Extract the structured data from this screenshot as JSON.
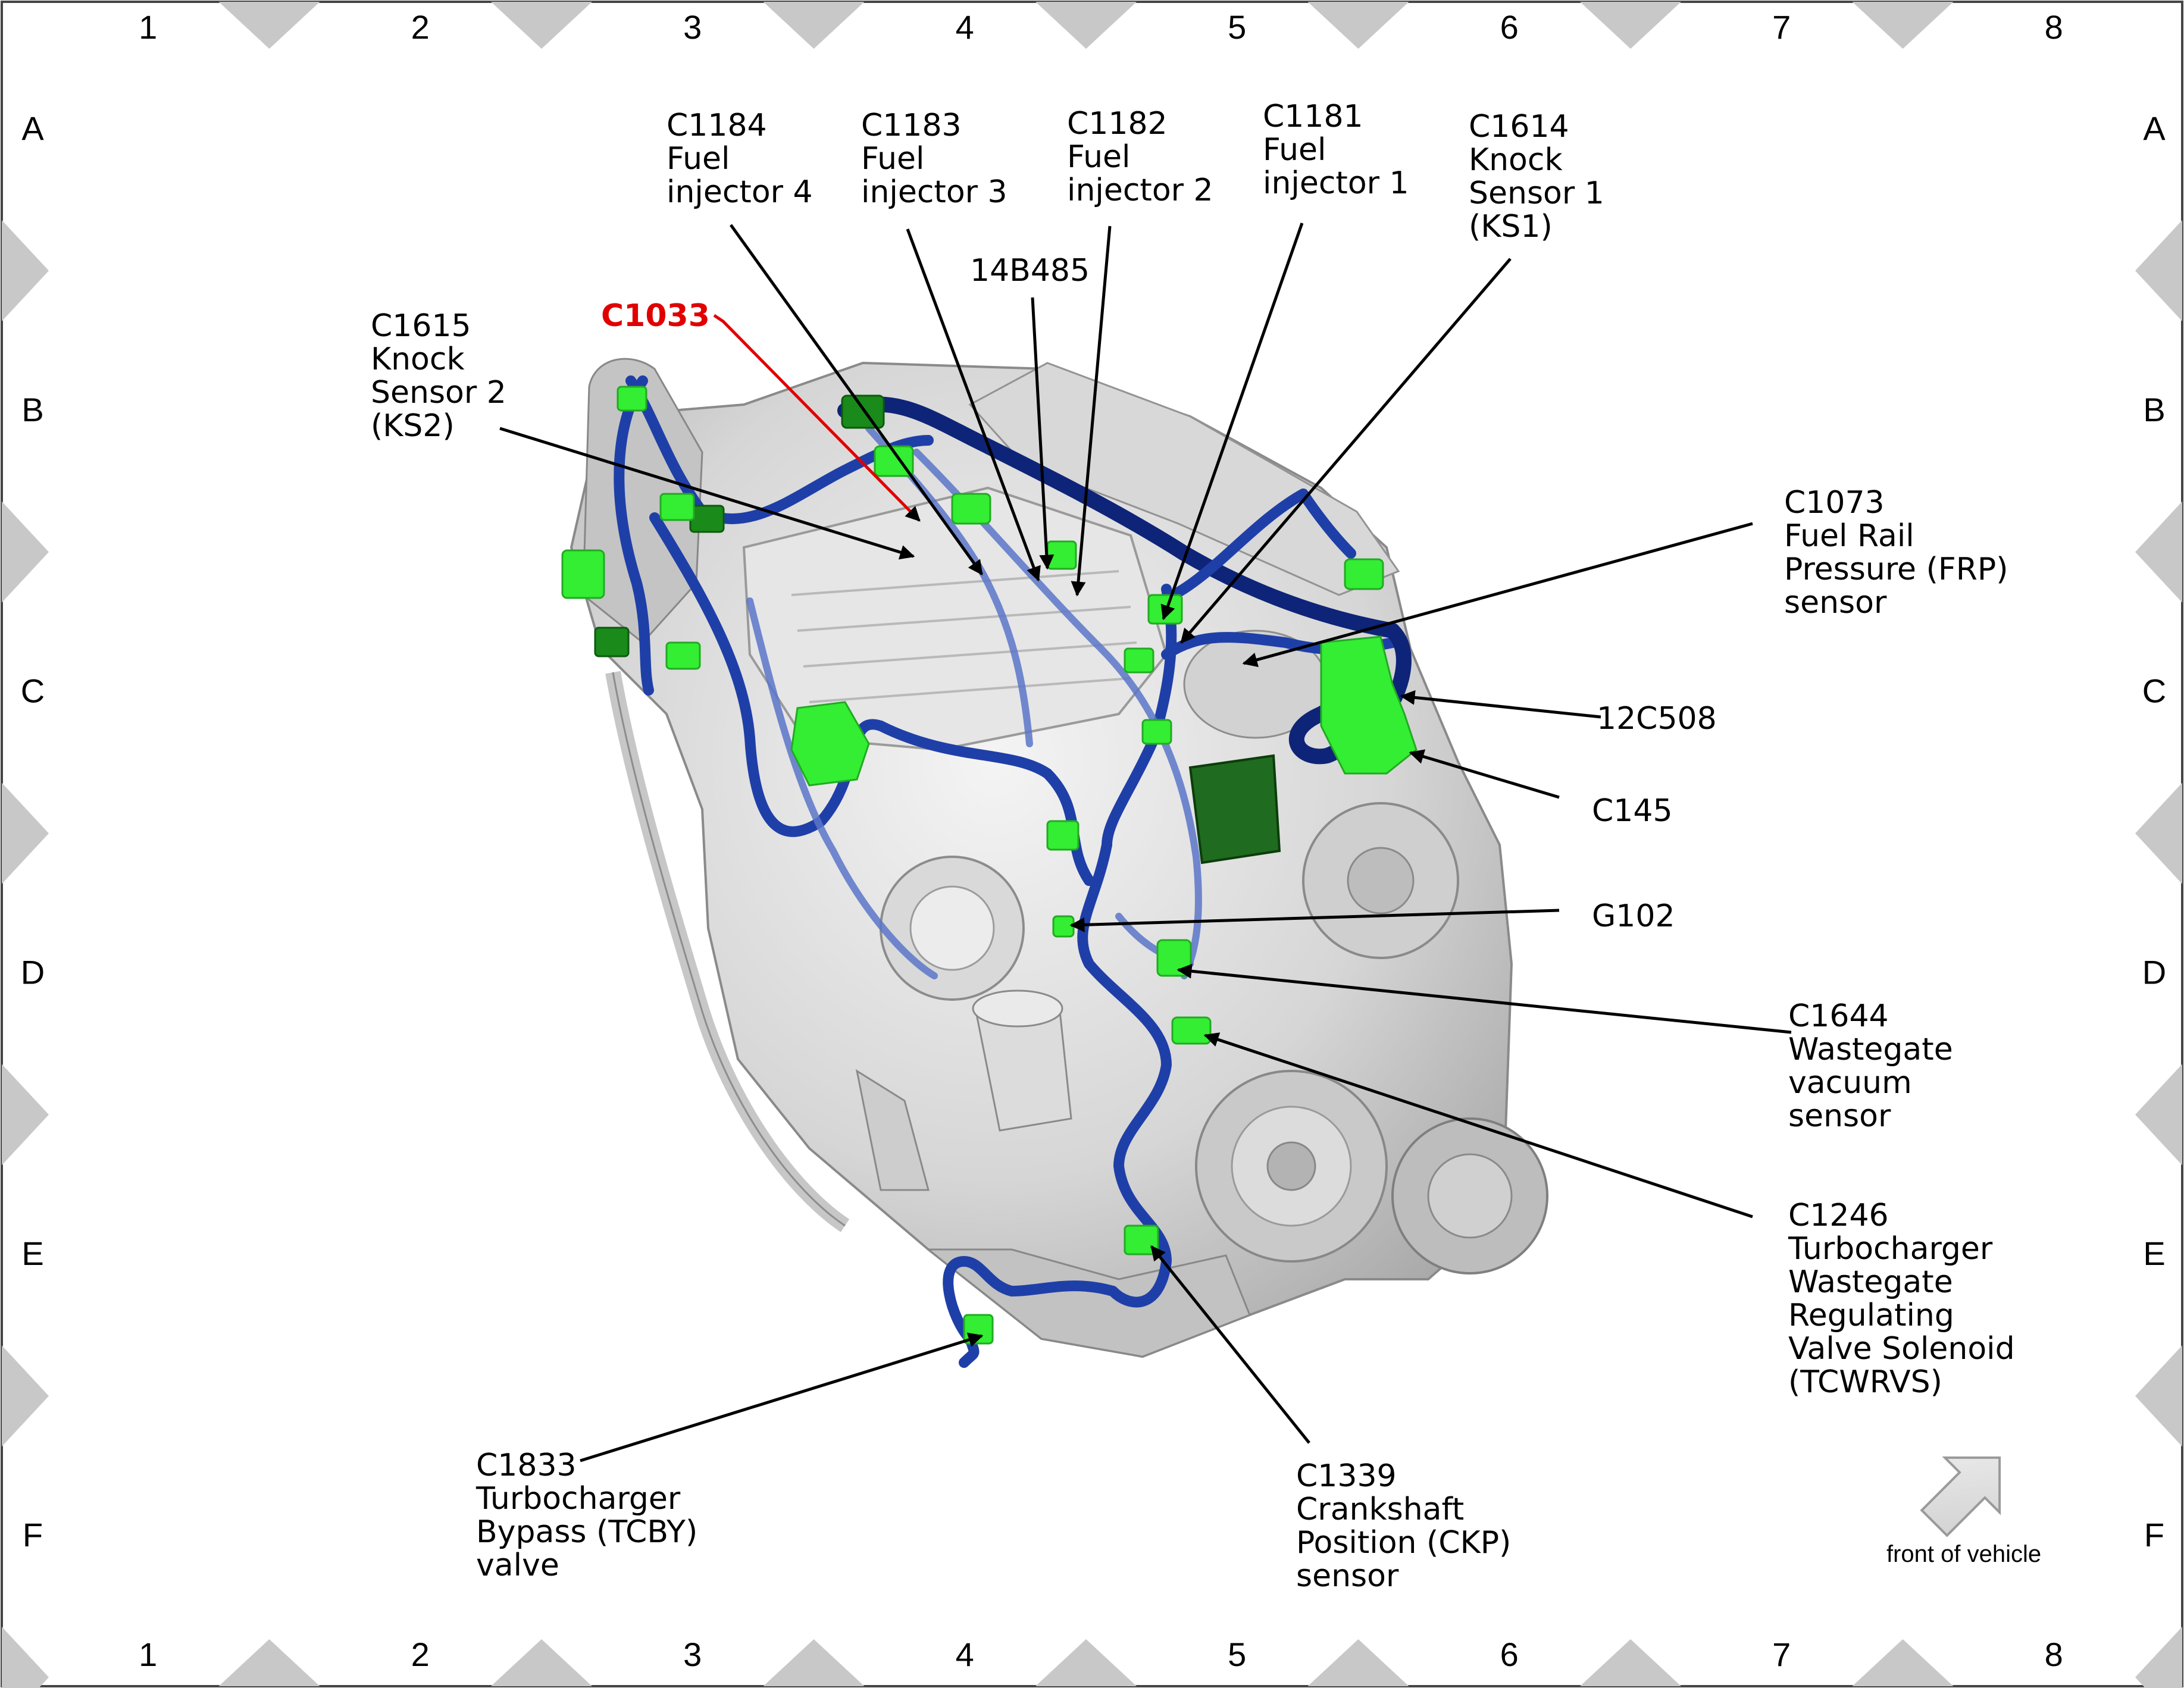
{
  "grid": {
    "columns": [
      "1",
      "2",
      "3",
      "4",
      "5",
      "6",
      "7",
      "8"
    ],
    "rows": [
      "A",
      "B",
      "C",
      "D",
      "E",
      "F"
    ]
  },
  "highlight_color": "#e00000",
  "harness_color": "#1f3fa8",
  "connector_color": "#33ee33",
  "callouts": {
    "c1184": [
      "C1184",
      "Fuel",
      "injector 4"
    ],
    "c1183": [
      "C1183",
      "Fuel",
      "injector 3"
    ],
    "c1182": [
      "C1182",
      "Fuel",
      "injector 2"
    ],
    "c1181": [
      "C1181",
      "Fuel",
      "injector 1"
    ],
    "c1614": [
      "C1614",
      "Knock",
      "Sensor 1",
      "(KS1)"
    ],
    "c1615": [
      "C1615",
      "Knock",
      "Sensor 2",
      "(KS2)"
    ],
    "c1033": [
      "C1033"
    ],
    "b14b485": [
      "14B485"
    ],
    "c1073": [
      "C1073",
      "Fuel Rail",
      "Pressure (FRP)",
      "sensor"
    ],
    "c12c508": [
      "12C508"
    ],
    "c145": [
      "C145"
    ],
    "g102": [
      "G102"
    ],
    "c1644": [
      "C1644",
      "Wastegate",
      "vacuum",
      "sensor"
    ],
    "c1246": [
      "C1246",
      "Turbocharger",
      "Wastegate",
      "Regulating",
      "Valve Solenoid",
      "(TCWRVS)"
    ],
    "c1833": [
      "C1833",
      "Turbocharger",
      "Bypass (TCBY)",
      "valve"
    ],
    "c1339": [
      "C1339",
      "Crankshaft",
      "Position (CKP)",
      "sensor"
    ]
  },
  "orientation": {
    "label": "front of vehicle",
    "icon": "arrow-up-right-icon"
  }
}
